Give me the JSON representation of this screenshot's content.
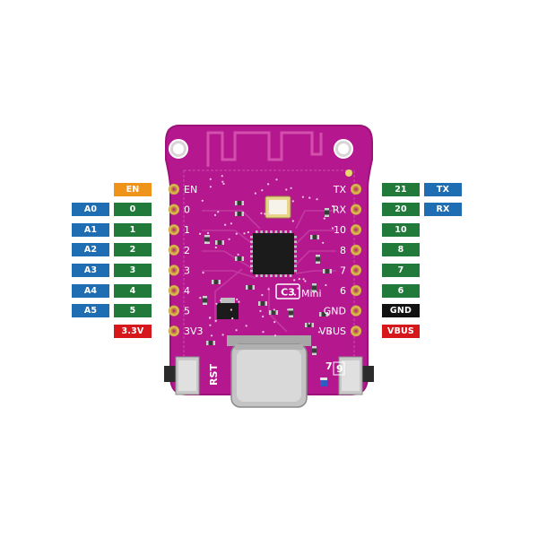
{
  "colors": {
    "pcb": "#b5178f",
    "pcb_edge": "#9c1279",
    "gpio": "#217a3a",
    "analog": "#1f6eb4",
    "enable": "#f0931b",
    "power": "#d6171c",
    "ground": "#111111",
    "uart": "#1f6eb4",
    "copper": "#d9b24a"
  },
  "board": {
    "name_box": "C3",
    "name_text": "Mini",
    "rst_label": "RST",
    "num_7": "7",
    "num_9": "9"
  },
  "left_pins": [
    {
      "silk": "EN",
      "labels": [
        {
          "text": "EN",
          "kind": "enable"
        }
      ]
    },
    {
      "silk": "0",
      "labels": [
        {
          "text": "A0",
          "kind": "analog"
        },
        {
          "text": "0",
          "kind": "gpio"
        }
      ]
    },
    {
      "silk": "1",
      "labels": [
        {
          "text": "A1",
          "kind": "analog"
        },
        {
          "text": "1",
          "kind": "gpio"
        }
      ]
    },
    {
      "silk": "2",
      "labels": [
        {
          "text": "A2",
          "kind": "analog"
        },
        {
          "text": "2",
          "kind": "gpio"
        }
      ]
    },
    {
      "silk": "3",
      "labels": [
        {
          "text": "A3",
          "kind": "analog"
        },
        {
          "text": "3",
          "kind": "gpio"
        }
      ]
    },
    {
      "silk": "4",
      "labels": [
        {
          "text": "A4",
          "kind": "analog"
        },
        {
          "text": "4",
          "kind": "gpio"
        }
      ]
    },
    {
      "silk": "5",
      "labels": [
        {
          "text": "A5",
          "kind": "analog"
        },
        {
          "text": "5",
          "kind": "gpio"
        }
      ]
    },
    {
      "silk": "3V3",
      "labels": [
        {
          "text": "3.3V",
          "kind": "power"
        }
      ]
    }
  ],
  "right_pins": [
    {
      "silk": "TX",
      "labels": [
        {
          "text": "21",
          "kind": "gpio"
        },
        {
          "text": "TX",
          "kind": "uart"
        }
      ]
    },
    {
      "silk": "RX",
      "labels": [
        {
          "text": "20",
          "kind": "gpio"
        },
        {
          "text": "RX",
          "kind": "uart"
        }
      ]
    },
    {
      "silk": "10",
      "labels": [
        {
          "text": "10",
          "kind": "gpio"
        }
      ]
    },
    {
      "silk": "8",
      "labels": [
        {
          "text": "8",
          "kind": "gpio"
        }
      ]
    },
    {
      "silk": "7",
      "labels": [
        {
          "text": "7",
          "kind": "gpio"
        }
      ]
    },
    {
      "silk": "6",
      "labels": [
        {
          "text": "6",
          "kind": "gpio"
        }
      ]
    },
    {
      "silk": "GND",
      "labels": [
        {
          "text": "GND",
          "kind": "ground"
        }
      ]
    },
    {
      "silk": "VBUS",
      "labels": [
        {
          "text": "VBUS",
          "kind": "power"
        }
      ]
    }
  ]
}
